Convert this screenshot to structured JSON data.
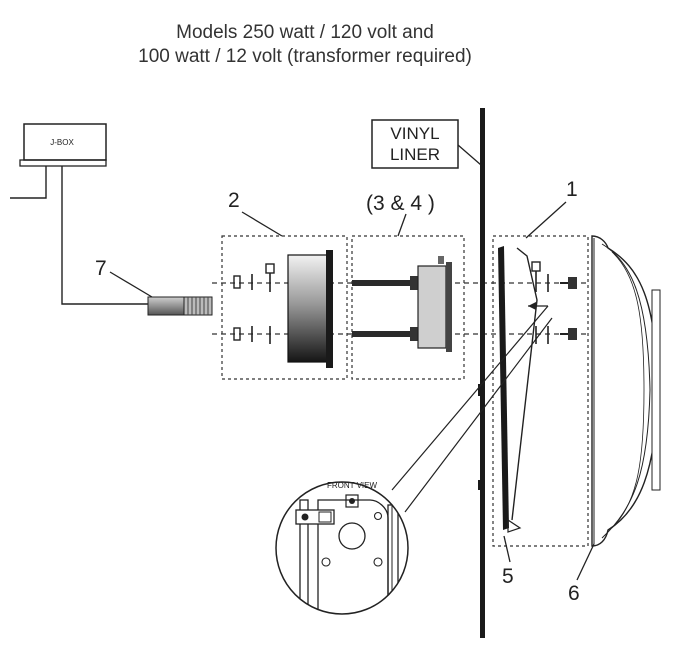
{
  "title": {
    "line1": "Models 250 watt / 120 volt and",
    "line2": "100 watt / 12 volt (transformer required)"
  },
  "labels": {
    "jbox": "J-BOX",
    "vinyl_line1": "VINYL",
    "vinyl_line2": "LINER",
    "part1": "1",
    "part2": "2",
    "part34": "(3 & 4 )",
    "part5": "5",
    "part6": "6",
    "part7": "7",
    "front_view": "FRONT VIEW"
  }
}
